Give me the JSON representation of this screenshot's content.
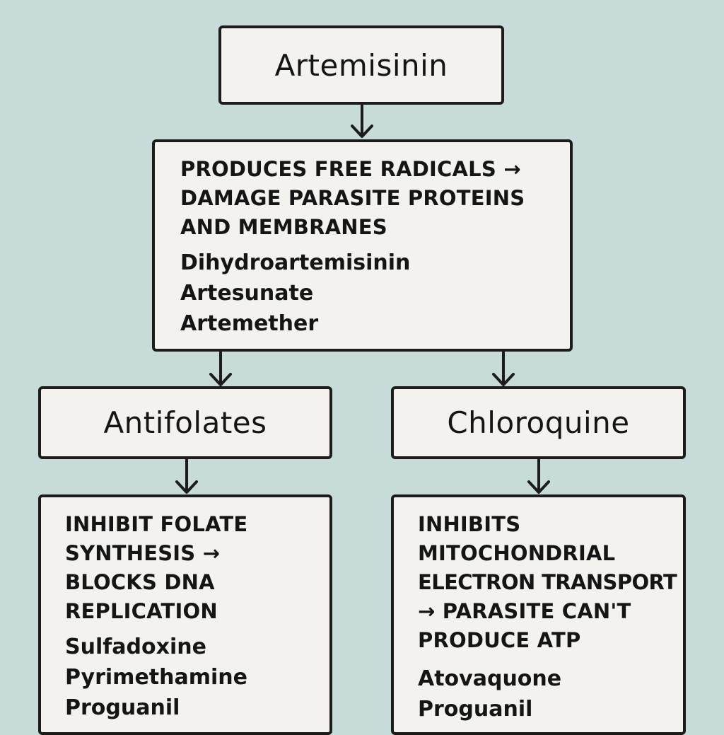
{
  "root": {
    "title": "Artemisinin",
    "mechanism_lines": [
      "PRODUCES FREE RADICALS →",
      "DAMAGE PARASITE PROTEINS",
      "AND MEMBRANES"
    ],
    "drugs": [
      "Dihydroartemisinin",
      "Artesunate",
      "Artemether"
    ]
  },
  "left_branch": {
    "title": "Antifolates",
    "mechanism_lines": [
      "INHIBIT FOLATE",
      "SYNTHESIS →",
      "BLOCKS DNA",
      "REPLICATION"
    ],
    "drugs": [
      "Sulfadoxine",
      "Pyrimethamine",
      "Proguanil"
    ]
  },
  "right_branch": {
    "title": "Chloroquine",
    "mechanism_lines": [
      "INHIBITS",
      "MITOCHONDRIAL",
      "ELECTRON TRANSPORT",
      "→ PARASITE CAN'T",
      "PRODUCE ATP"
    ],
    "drugs": [
      "Atovaquone",
      "Proguanil"
    ]
  },
  "colors": {
    "background": "#c7dcd9",
    "box_fill": "#f3f2ef",
    "border": "#1c1c1c"
  }
}
